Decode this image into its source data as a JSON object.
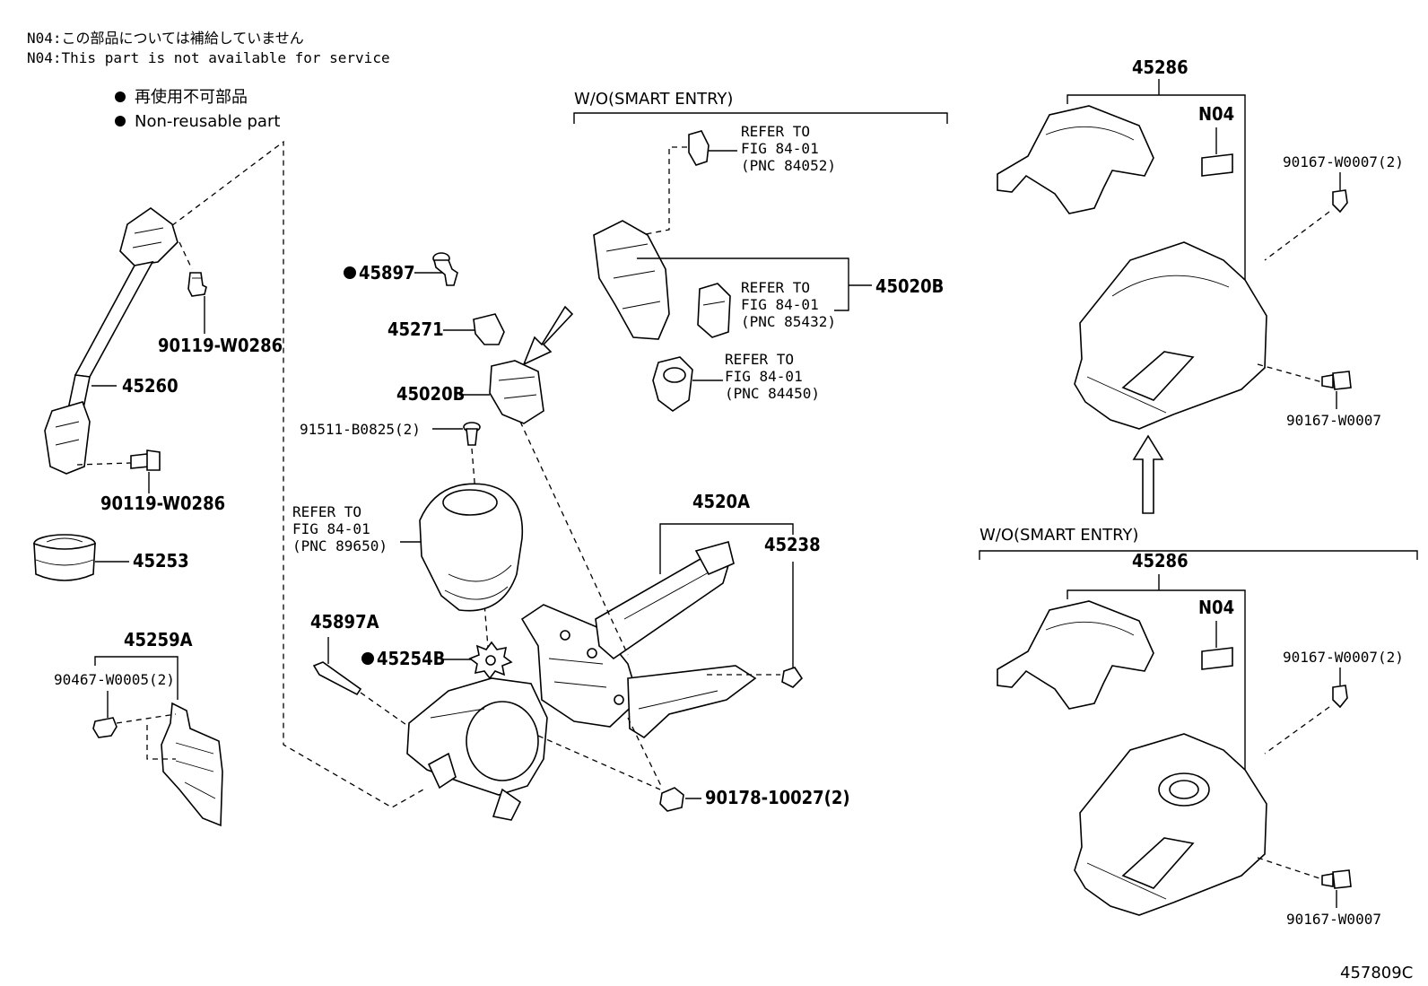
{
  "notes": {
    "n04_japanese": "N04:この部品については補給していません",
    "n04_english": "N04:This part is not available for service"
  },
  "legend": {
    "non_reusable_japanese": "再使用不可部品",
    "non_reusable_english": "Non-reusable part"
  },
  "groups": {
    "wo_smart_entry_top": "W/O(SMART ENTRY)",
    "wo_smart_entry_right": "W/O(SMART ENTRY)"
  },
  "refs": {
    "ref1": [
      "REFER TO",
      "FIG 84-01",
      "(PNC 84052)"
    ],
    "ref2": [
      "REFER TO",
      "FIG 84-01",
      "(PNC 85432)"
    ],
    "ref3": [
      "REFER TO",
      "FIG 84-01",
      "(PNC 84450)"
    ],
    "ref4": [
      "REFER TO",
      "FIG 84-01",
      "(PNC 89650)"
    ]
  },
  "labels": {
    "p45897": "45897",
    "p45271": "45271",
    "p45020B_center": "45020B",
    "p45020B_right": "45020B",
    "p91511": "91511-B0825(2)",
    "p90119_top": "90119-W0286",
    "p45260": "45260",
    "p90119_bottom": "90119-W0286",
    "p45253": "45253",
    "p45259A": "45259A",
    "p90467": "90467-W0005(2)",
    "p45897A": "45897A",
    "p45254B": "45254B",
    "p4520A": "4520A",
    "p45238": "45238",
    "p90178": "90178-10027(2)",
    "p45286_top": "45286",
    "n04_top": "N04",
    "p90167_2_top": "90167-W0007(2)",
    "p90167_top": "90167-W0007",
    "p45286_bottom": "45286",
    "n04_bottom": "N04",
    "p90167_2_bottom": "90167-W0007(2)",
    "p90167_bottom": "90167-W0007"
  },
  "figure_id": "457809C"
}
